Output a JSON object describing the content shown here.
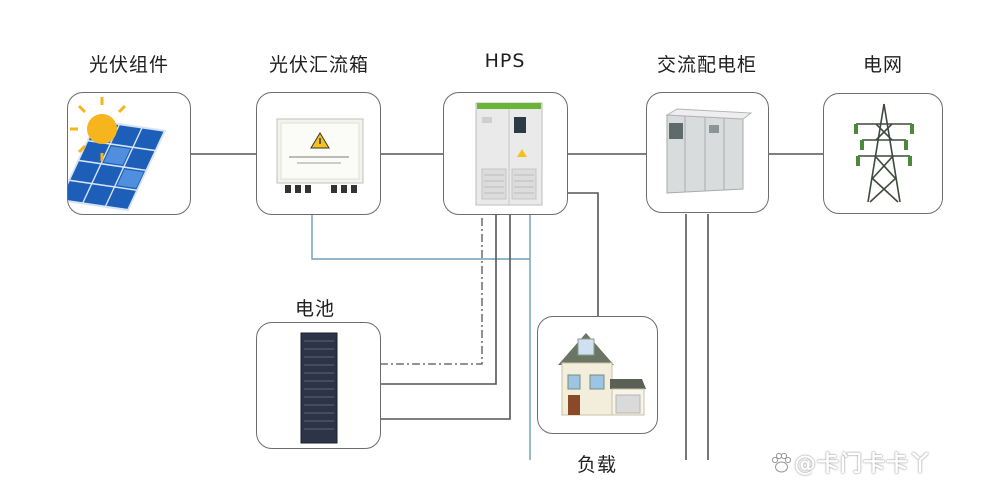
{
  "nodes": {
    "pv_module": "光伏组件",
    "combiner_box": "光伏汇流箱",
    "hps": "HPS",
    "ac_cabinet": "交流配电柜",
    "grid": "电网",
    "battery": "电池",
    "load": "负载"
  },
  "watermark": "@卡门卡卡丫",
  "colors": {
    "box_border": "#6d6d6d",
    "power_line": "#555555",
    "signal_line": "#6aa0b8",
    "text": "#1f1f1f"
  }
}
